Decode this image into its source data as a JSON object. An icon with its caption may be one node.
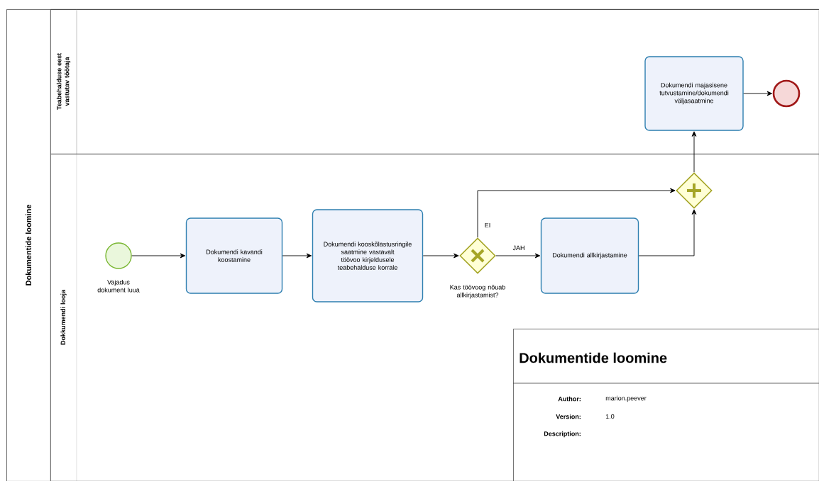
{
  "diagram": {
    "nodes": [
      {
        "text": [
          "Dokumentide loomine"
        ]
      },
      {
        "text": [
          "Teabehalduse eest vastutav töötaja"
        ],
        "in": 0
      },
      {
        "text": [
          "Dokkumendi looja"
        ],
        "in": 0
      },
      {
        "text": [],
        "shape": "circle",
        "beside": [
          "Vajadus dokument luua"
        ],
        "in": 2
      },
      {
        "text": [
          "Dokumendi kavandi koostamine"
        ],
        "in": 2
      },
      {
        "text": [
          "Dokumendi kooskõlastusringile saatmine vastavalt töövoo kirjeldusele teabehalduse korrale"
        ],
        "in": 2
      },
      {
        "text": [],
        "shape": "diamond",
        "beside": [
          "Kas töövoog nõuab allkirjastamist?"
        ],
        "in": 2
      },
      {
        "text": [
          "Dokumendi allkirjastamine"
        ],
        "in": 2
      },
      {
        "text": [],
        "shape": "diamond",
        "in": 2
      },
      {
        "text": [
          "Dokumendi majasisene tutvustamine/dokumendi väljasaatmine"
        ],
        "in": 1
      },
      {
        "text": [],
        "shape": "circle",
        "in": 1
      },
      {
        "text": [
          "Dokumentide loomine"
        ],
        "in": 2
      }
    ],
    "edges": [
      {
        "from": 3,
        "to": 4,
        "arrow": "to"
      },
      {
        "from": 4,
        "to": 5,
        "arrow": "to"
      },
      {
        "from": 5,
        "to": 6,
        "arrow": "to"
      },
      {
        "from": 6,
        "to": 7,
        "arrow": "to",
        "label": "JAH"
      },
      {
        "from": 6,
        "to": 8,
        "arrow": "to",
        "label": "EI"
      },
      {
        "from": 7,
        "to": 8,
        "arrow": "to"
      },
      {
        "from": 8,
        "to": 9,
        "arrow": "to"
      },
      {
        "from": 9,
        "to": 10,
        "arrow": "to"
      }
    ],
    "labels": [
      "Author:",
      "marion.peever",
      "Version:",
      "1.0",
      "Description:"
    ]
  }
}
